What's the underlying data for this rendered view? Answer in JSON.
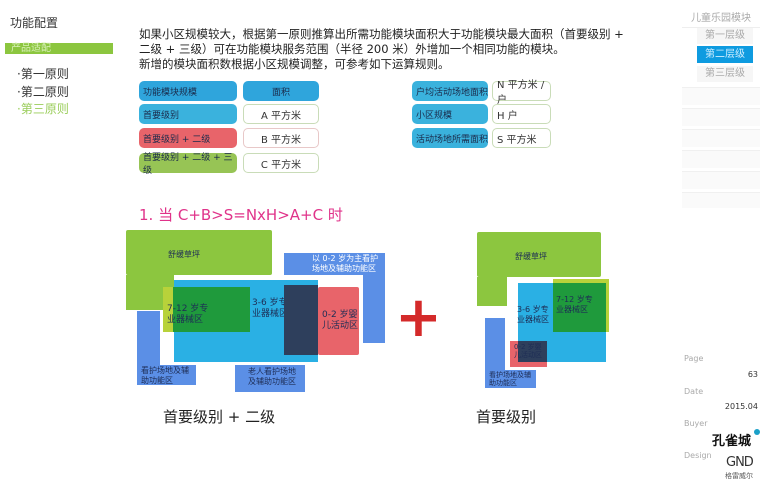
{
  "sidebar": {
    "title": "功能配置",
    "active_section": "产品适配",
    "items": [
      "·第一原则",
      "·第二原则",
      "·第三原则"
    ]
  },
  "intro": [
    "如果小区规模较大，根据第一原则推算出所需功能模块面积大于功能模块最大面积（首要级别 +",
    "二级 + 三级）可在功能模块服务范围（半径 200 米）外增加一个相同功能的模块。",
    "新增的模块面积数根据小区规模调整，可参考如下运算规则。"
  ],
  "table_left": {
    "header": [
      "功能模块规模",
      "面积"
    ],
    "rows": [
      [
        "首要级别",
        "A 平方米"
      ],
      [
        "首要级别 + 二级",
        "B 平方米"
      ],
      [
        "首要级别 + 二级 + 三级",
        "C 平方米"
      ]
    ]
  },
  "table_right": {
    "rows": [
      [
        "户均活动场地面积",
        "N 平方米 / 户"
      ],
      [
        "小区规模",
        "H 户"
      ],
      [
        "活动场地所需面积",
        "S 平方米"
      ]
    ]
  },
  "formula": "1. 当 C+B>S=NxH>A+C 时",
  "diagram_left": {
    "caption": "首要级别 + 二级",
    "zones": [
      "舒缓草坪",
      "以 0-2 岁为主看护场地及辅助功能区",
      "7-12 岁专业器械区",
      "3-6 岁专业器械区",
      "0-2 岁婴儿活动区",
      "看护场地及辅助功能区",
      "老人看护场地及辅助功能区"
    ]
  },
  "diagram_right": {
    "caption": "首要级别",
    "zones": [
      "舒缓草坪",
      "3-6 岁专业器械区",
      "7-12 岁专业器械区",
      "0-2 岁婴儿活动区",
      "看护场地及辅助功能区"
    ]
  },
  "plus_symbol": "+",
  "right_panel": {
    "module": "儿童乐园模块",
    "levels": [
      "第一层级",
      "第二层级",
      "第三层级"
    ],
    "active_level": 1,
    "page_label": "Page",
    "page": "63",
    "date_label": "Date",
    "date": "2015.04",
    "buyer_label": "Buyer",
    "buyer_logo": "孔雀城",
    "design_label": "Design",
    "design_logo": "GND",
    "design_sub": "格雷威尔"
  },
  "colors": {
    "accent_green": "#8cc63f",
    "blue": "#2fa5dc",
    "red": "#e8646a",
    "pink": "#e0338a"
  }
}
